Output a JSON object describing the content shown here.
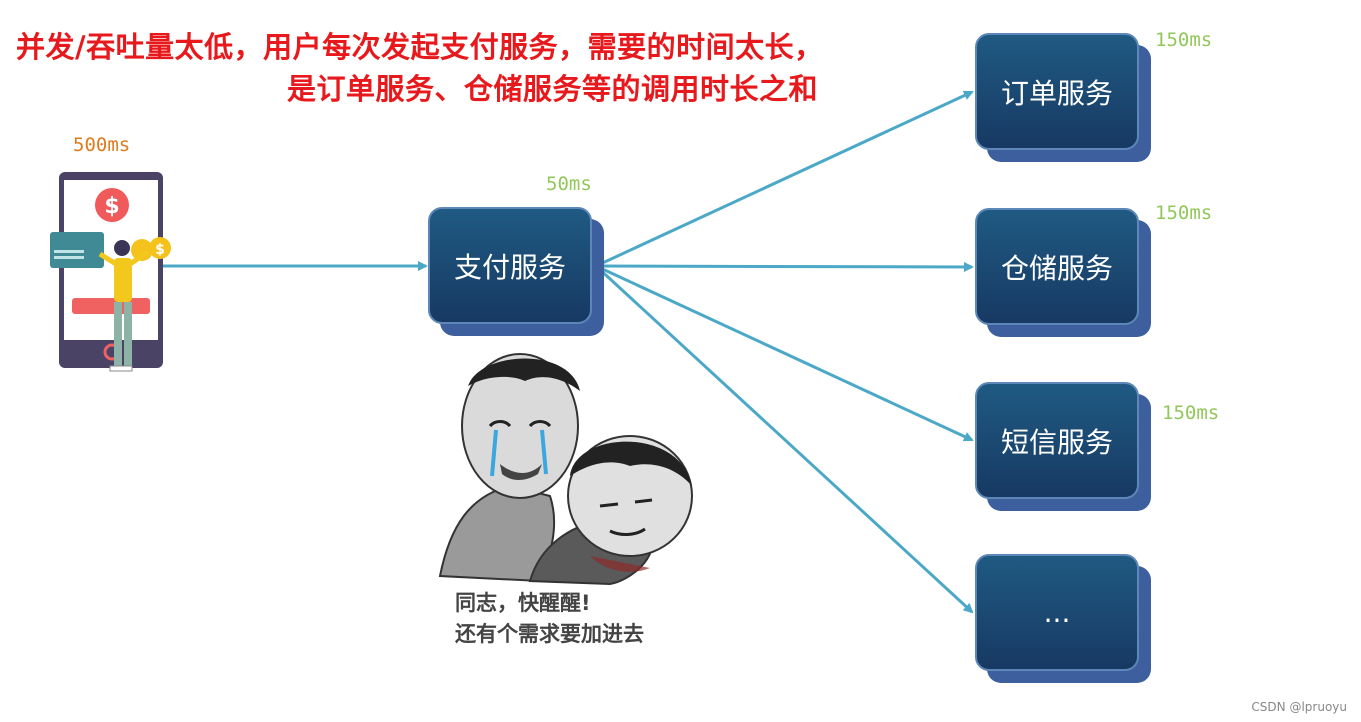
{
  "title": {
    "line1": "并发/吞吐量太低，用户每次发起支付服务，需要的时间太长，",
    "line2": "是订单服务、仓储服务等的调用时长之和"
  },
  "client": {
    "latency": "500ms"
  },
  "payment": {
    "label": "支付服务",
    "latency": "50ms"
  },
  "services": [
    {
      "label": "订单服务",
      "latency": "150ms"
    },
    {
      "label": "仓储服务",
      "latency": "150ms"
    },
    {
      "label": "短信服务",
      "latency": "150ms"
    },
    {
      "label": "..."
    }
  ],
  "meme": {
    "caption_line1": "同志，快醒醒!",
    "caption_line2": "还有个需求要加进去"
  },
  "watermark": "CSDN @lpruoyu",
  "colors": {
    "title": "#e8191c",
    "arrow": "#4ba8c6",
    "box": "#173963",
    "latency_client": "#e07a1e",
    "latency_service": "#92c75a"
  }
}
